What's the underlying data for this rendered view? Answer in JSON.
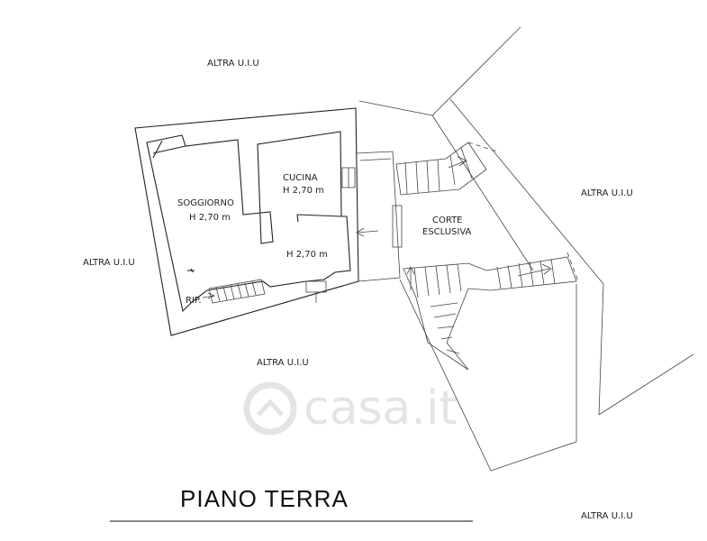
{
  "plan": {
    "title": "PIANO TERRA",
    "watermark": "casa.it",
    "neighbor_label": "ALTRA U.I.U",
    "rooms": {
      "soggiorno_name": "SOGGIORNO",
      "soggiorno_height": "H 2,70 m",
      "cucina_name": "CUCINA",
      "cucina_height": "H 2,70 m",
      "hall_height": "H 2,70 m",
      "storage": "RIP."
    },
    "court": {
      "line1": "CORTE",
      "line2": "ESCLUSIVA"
    }
  }
}
